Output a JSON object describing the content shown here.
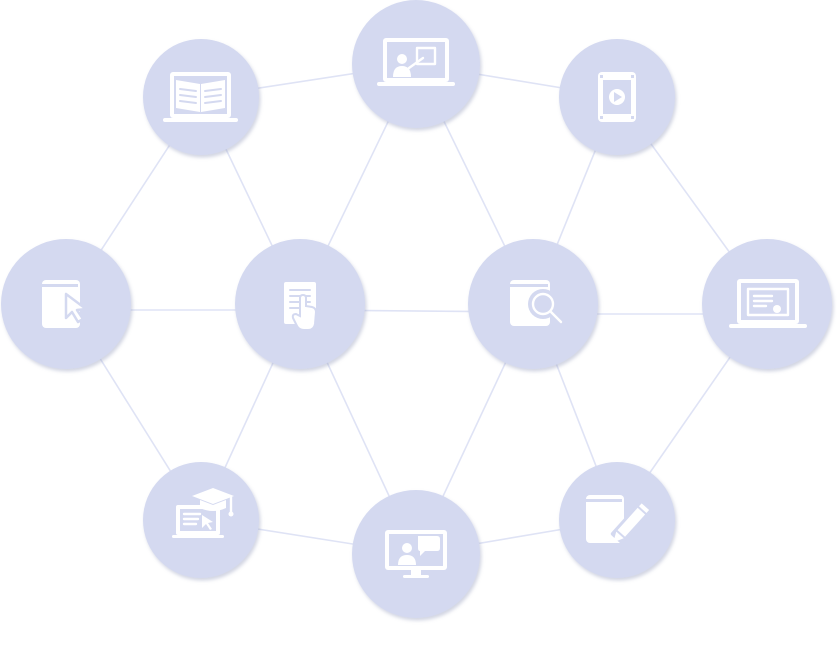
{
  "diagram": {
    "node_color": "#d4d9f0",
    "edge_color": "#dfe3f5",
    "icon_color": "#ffffff",
    "nodes": [
      {
        "id": "ebook-reader",
        "icon": "open-book-laptop-icon"
      },
      {
        "id": "online-lecture",
        "icon": "presentation-laptop-icon"
      },
      {
        "id": "video-module",
        "icon": "mobile-video-icon"
      },
      {
        "id": "interactive-book",
        "icon": "book-cursor-icon"
      },
      {
        "id": "touch-document",
        "icon": "document-touch-icon"
      },
      {
        "id": "search-book",
        "icon": "book-search-icon"
      },
      {
        "id": "online-certificate",
        "icon": "certificate-laptop-icon"
      },
      {
        "id": "e-graduation",
        "icon": "graduation-laptop-icon"
      },
      {
        "id": "video-chat",
        "icon": "monitor-chat-icon"
      },
      {
        "id": "book-writing",
        "icon": "book-pencil-icon"
      }
    ]
  }
}
